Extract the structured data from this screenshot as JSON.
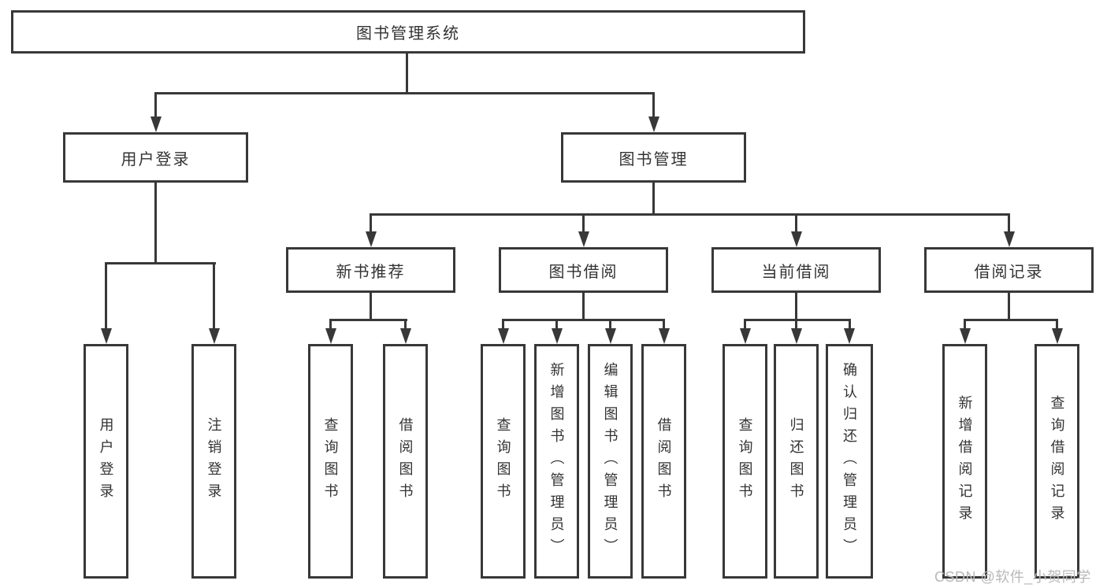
{
  "page": {
    "watermark": "CSDN @软件_小贺同学",
    "colors": {
      "background": "#ffffff",
      "line": "#383838",
      "text": "#333333",
      "watermark": "#b8b8b8"
    }
  },
  "tree": {
    "label": "图书管理系统",
    "children": [
      {
        "label": "用户登录",
        "children": [
          {
            "label": "用户登录"
          },
          {
            "label": "注销登录"
          }
        ]
      },
      {
        "label": "图书管理",
        "children": [
          {
            "label": "新书推荐",
            "children": [
              {
                "label": "查询图书"
              },
              {
                "label": "借阅图书"
              }
            ]
          },
          {
            "label": "图书借阅",
            "children": [
              {
                "label": "查询图书"
              },
              {
                "label": "新增图书（管理员）"
              },
              {
                "label": "编辑图书（管理员）"
              },
              {
                "label": "借阅图书"
              }
            ]
          },
          {
            "label": "当前借阅",
            "children": [
              {
                "label": "查询图书"
              },
              {
                "label": "归还图书"
              },
              {
                "label": "确认归还（管理员）"
              }
            ]
          },
          {
            "label": "借阅记录",
            "children": [
              {
                "label": "新增借阅记录"
              },
              {
                "label": "查询借阅记录"
              }
            ]
          }
        ]
      }
    ]
  }
}
